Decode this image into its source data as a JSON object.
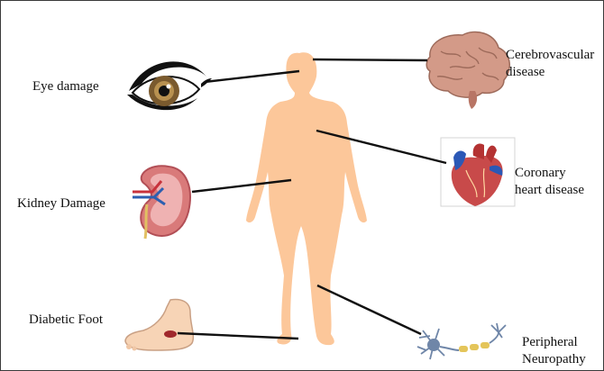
{
  "labels": {
    "eye": "Eye damage",
    "kidney": "Kidney Damage",
    "foot": "Diabetic Foot",
    "brain_line1": "Cerebrovascular",
    "brain_line2": "disease",
    "heart_line1": "Coronary",
    "heart_line2": "heart disease",
    "nerve_line1": "Peripheral",
    "nerve_line2": "Neuropathy"
  },
  "colors": {
    "body": "#fcc79a",
    "leader_line": "#111111",
    "frame": "#3a3a3a"
  },
  "icons": [
    "eye-icon",
    "kidney-icon",
    "foot-icon",
    "brain-icon",
    "heart-icon",
    "neuron-icon"
  ]
}
